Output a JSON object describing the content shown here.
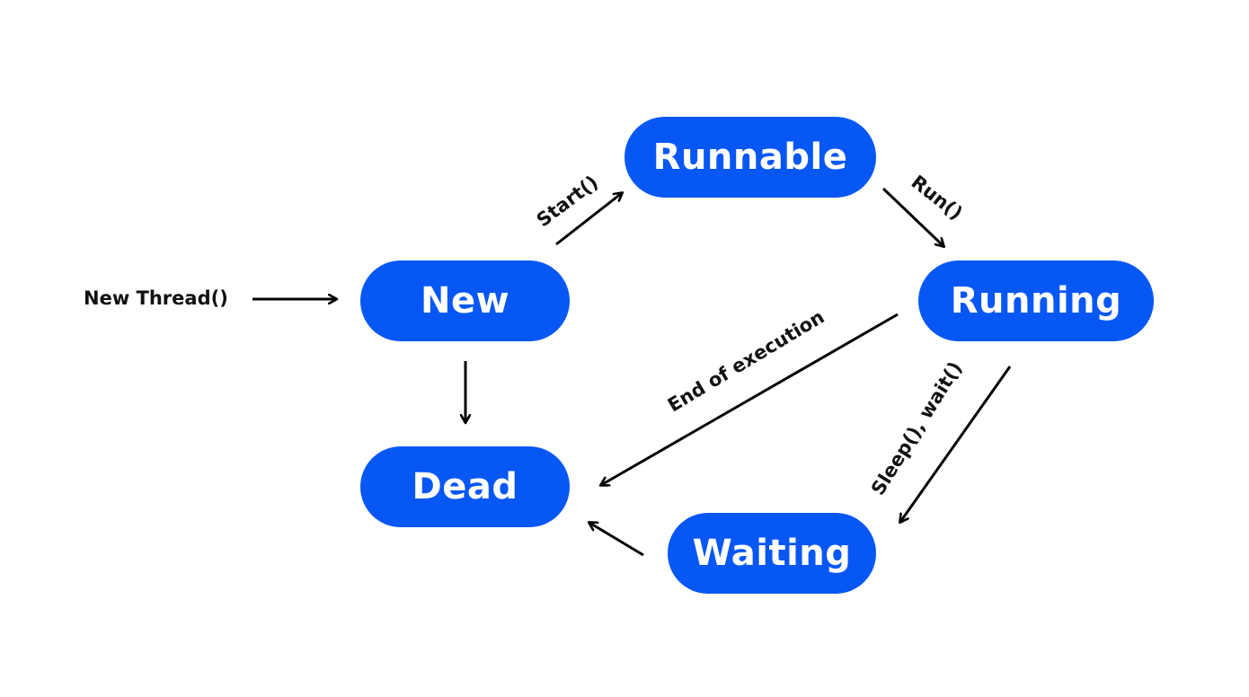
{
  "nodes": {
    "runnable": "Runnable",
    "new": "New",
    "running": "Running",
    "dead": "Dead",
    "waiting": "Waiting"
  },
  "edges": {
    "new_thread": "New Thread()",
    "start": "Start()",
    "run": "Run()",
    "end_of_execution": "End of execution",
    "sleep_wait": "Sleep(), wait()"
  },
  "colors": {
    "node_fill": "#0757f5",
    "node_text": "#ffffff",
    "arrow": "#000000",
    "label_text": "#111111"
  }
}
